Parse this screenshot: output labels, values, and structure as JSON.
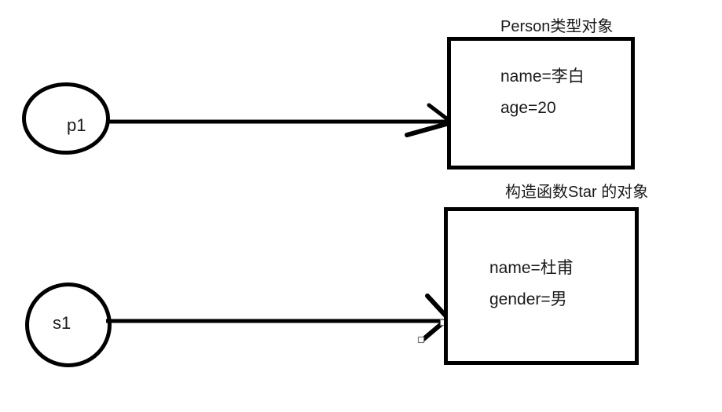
{
  "canvas": {
    "background": "#ffffff",
    "ink": "#000000",
    "handle_fill": "#ffffff",
    "handle_border": "#777777"
  },
  "variables": [
    {
      "label": "p1"
    },
    {
      "label": "s1"
    }
  ],
  "objects": [
    {
      "title": "Person类型对象",
      "fields": [
        "name=李白",
        "age=20"
      ]
    },
    {
      "title": "构造函数Star 的对象",
      "fields": [
        "name=杜甫",
        "gender=男"
      ]
    }
  ]
}
